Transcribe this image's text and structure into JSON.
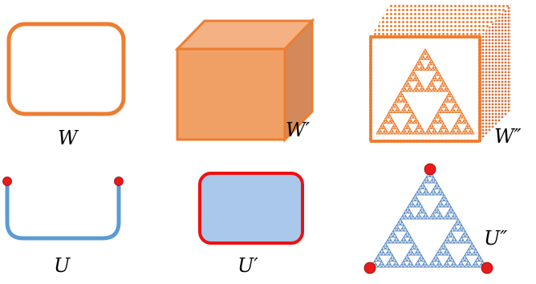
{
  "labels": {
    "W": "W",
    "W_prime": "W′",
    "W_double_prime": "W″",
    "U": "U",
    "U_prime": "U′",
    "U_double_prime": "U″"
  },
  "colors": {
    "orange": "#ED7D31",
    "orange_fill": "#F0A064",
    "orange_top": "#F4B183",
    "orange_side": "#D4895A",
    "blue_stroke": "#5B9BD5",
    "blue_fill": "#A9C8EA",
    "red": "#EE1111",
    "dot_red": "#E81A1A",
    "sierpinski_blue": "#5F8FC4",
    "sierpinski_orange": "#ED7D31"
  }
}
